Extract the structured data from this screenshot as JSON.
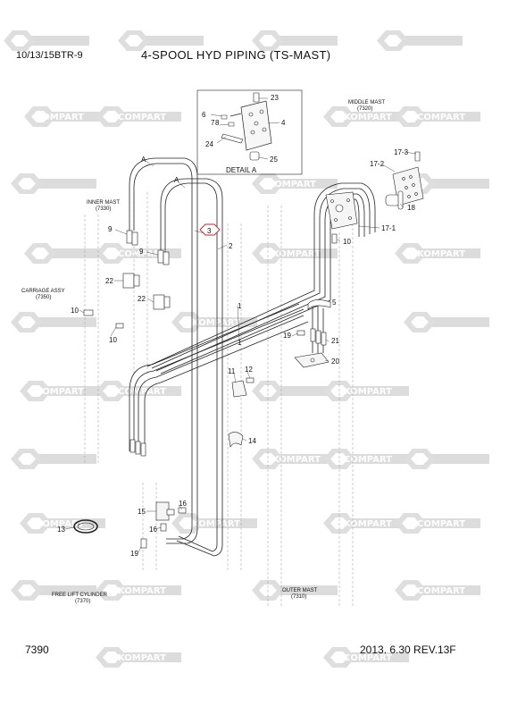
{
  "header": {
    "model": "10/13/15BTR-9",
    "title": "4-SPOOL HYD PIPING (TS-MAST)"
  },
  "footer": {
    "page_number": "7390",
    "revision": "2013. 6.30  REV.13F"
  },
  "watermarks": [
    "KOMPART",
    "COMPART"
  ],
  "detail_title": "DETAIL A",
  "assembly_labels": {
    "middle_mast": "MIDDLE MAST",
    "middle_mast_ref": "(7320)",
    "inner_mast": "INNER MAST",
    "inner_mast_ref": "(7330)",
    "carriage_assy": "CARRIAGE ASSY",
    "carriage_assy_ref": "(7350)",
    "free_lift_cylinder": "FREE LIFT CYLINDER",
    "free_lift_cylinder_ref": "(7370)",
    "outer_mast": "OUTER MAST",
    "outer_mast_ref": "(7310)"
  },
  "callouts": {
    "c23": "23",
    "c6": "6",
    "c7": "7",
    "c8": "8",
    "c4": "4",
    "c24": "24",
    "c25": "25",
    "cA1": "A",
    "cA2": "A",
    "c3": "3",
    "c2": "2",
    "c17_3": "17-3",
    "c17_2": "17-2",
    "c18": "18",
    "c17_1": "17-1",
    "c10a": "10",
    "c9a": "9",
    "c9b": "9",
    "c22a": "22",
    "c22b": "22",
    "c10b": "10",
    "c10c": "10",
    "c5": "5",
    "c1a": "1",
    "c1b": "1",
    "c19a": "19",
    "c21": "21",
    "c20": "20",
    "c11": "11",
    "c12": "12",
    "c14": "14",
    "c15": "15",
    "c16a": "16",
    "c16b": "16",
    "c13": "13",
    "c19b": "19"
  }
}
